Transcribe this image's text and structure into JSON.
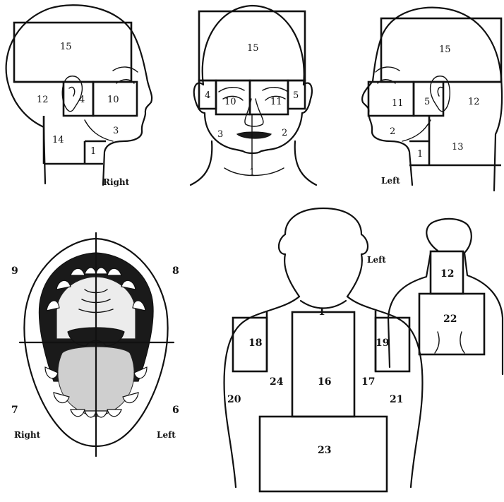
{
  "side_labels": {
    "right_head": "Right",
    "left_head": "Left",
    "mouth_right": "Right",
    "mouth_left": "Left",
    "torso_left": "Left"
  },
  "head_right_profile": {
    "regions": [
      "15",
      "12",
      "4",
      "10",
      "3",
      "14",
      "1"
    ]
  },
  "head_front": {
    "regions": [
      "15",
      "4",
      "10",
      "11",
      "5",
      "3",
      "2",
      "1"
    ]
  },
  "head_left_profile": {
    "regions": [
      "15",
      "11",
      "5",
      "12",
      "2",
      "13",
      "1"
    ]
  },
  "mouth": {
    "quadrants": [
      "9",
      "8",
      "7",
      "6"
    ]
  },
  "torso_front": {
    "regions": [
      "1",
      "18",
      "19",
      "24",
      "16",
      "17",
      "20",
      "21",
      "23"
    ]
  },
  "torso_back": {
    "regions": [
      "12",
      "22"
    ]
  }
}
